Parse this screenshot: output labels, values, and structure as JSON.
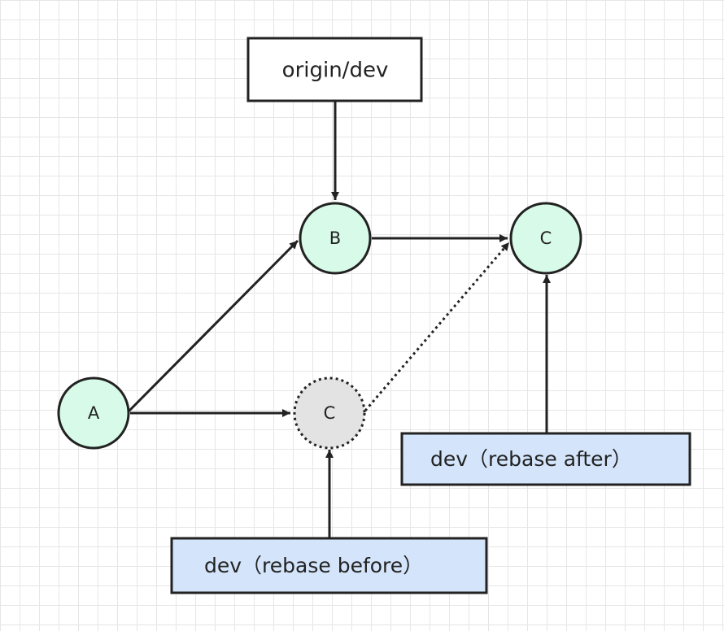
{
  "diagram": {
    "nodes": {
      "commit_a": {
        "label": "A"
      },
      "commit_b": {
        "label": "B"
      },
      "commit_c_new": {
        "label": "C"
      },
      "commit_c_old": {
        "label": "C"
      }
    },
    "refs": {
      "origin_dev": {
        "label": "origin/dev"
      },
      "dev_before": {
        "label": "dev（rebase before）"
      },
      "dev_after": {
        "label": "dev（rebase after）"
      }
    }
  },
  "colors": {
    "commit_fill": "#d7fbe8",
    "placeholder_commit_fill": "#e3e3e3",
    "ref_fill_remote": "#ffffff",
    "ref_fill_local": "#d4e5fb",
    "stroke": "#222222",
    "grid": "#e6e6e6"
  }
}
